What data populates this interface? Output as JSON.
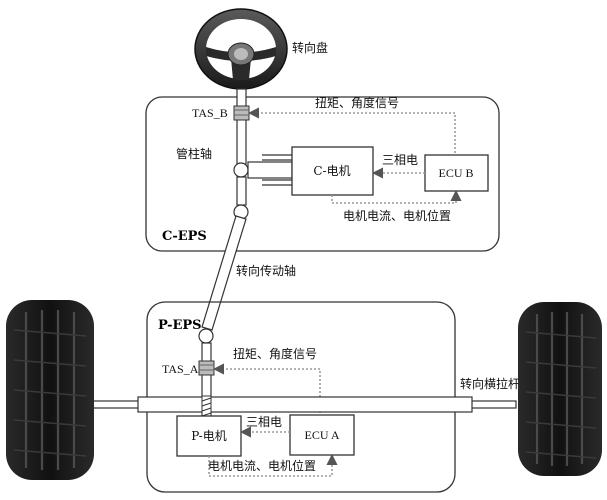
{
  "labels": {
    "steering_wheel": "转向盘",
    "tas_b": "TAS_B",
    "tas_a": "TAS_A",
    "column_shaft": "管柱轴",
    "torque_angle_top": "扭矩、角度信号",
    "torque_angle_bottom": "扭矩、角度信号",
    "c_motor": "C-电机",
    "p_motor": "P-电机",
    "ecu_b": "ECU B",
    "ecu_a": "ECU A",
    "three_phase_top": "三相电",
    "three_phase_bottom": "三相电",
    "current_pos_top": "电机电流、电机位置",
    "current_pos_bottom": "电机电流、电机位置",
    "c_eps": "C-EPS",
    "p_eps": "P-EPS",
    "intermediate_shaft": "转向传动轴",
    "tie_rod": "转向横拉杆"
  },
  "colors": {
    "line": "#333333",
    "signal": "#888888",
    "tire": "#1a1a1a",
    "tread": "#4a4a4a"
  },
  "icons": {
    "wheel": "steering-wheel-icon",
    "tire": "tire-icon",
    "sensor": "torque-angle-sensor-icon"
  }
}
